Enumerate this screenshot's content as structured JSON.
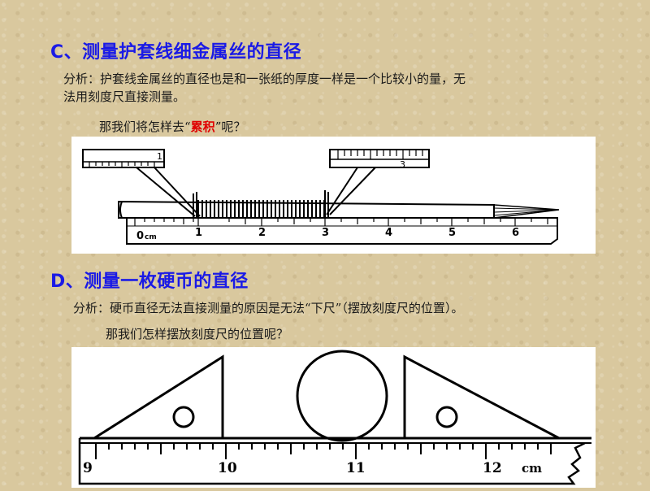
{
  "section_c": {
    "heading": "C、测量护套线细金属丝的直径",
    "analysis_line1": "分析：护套线金属丝的直径也是和一张纸的厚度一样是一个比较小的量，无",
    "analysis_line2": "法用刻度尺直接测量。",
    "question_pre": "那我们将怎样去“",
    "question_emph": "累积",
    "question_post": "”呢？",
    "ruler_unit": "cm",
    "ruler_ticks": [
      "0",
      "1",
      "2",
      "3",
      "4",
      "5",
      "6"
    ],
    "magnifier_left_label": "1",
    "magnifier_right_label": "3"
  },
  "section_d": {
    "heading": "D、测量一枚硬币的直径",
    "analysis": "分析：硬币直径无法直接测量的原因是无法“下尺”（摆放刻度尺的位置）。",
    "question": "那我们怎样摆放刻度尺的位置呢？",
    "ruler_unit": "cm",
    "ruler_ticks": [
      "9",
      "10",
      "11",
      "12"
    ]
  },
  "colors": {
    "heading": "#1a1ae6",
    "emphasis": "#e00000",
    "background": "#d9c89e"
  }
}
